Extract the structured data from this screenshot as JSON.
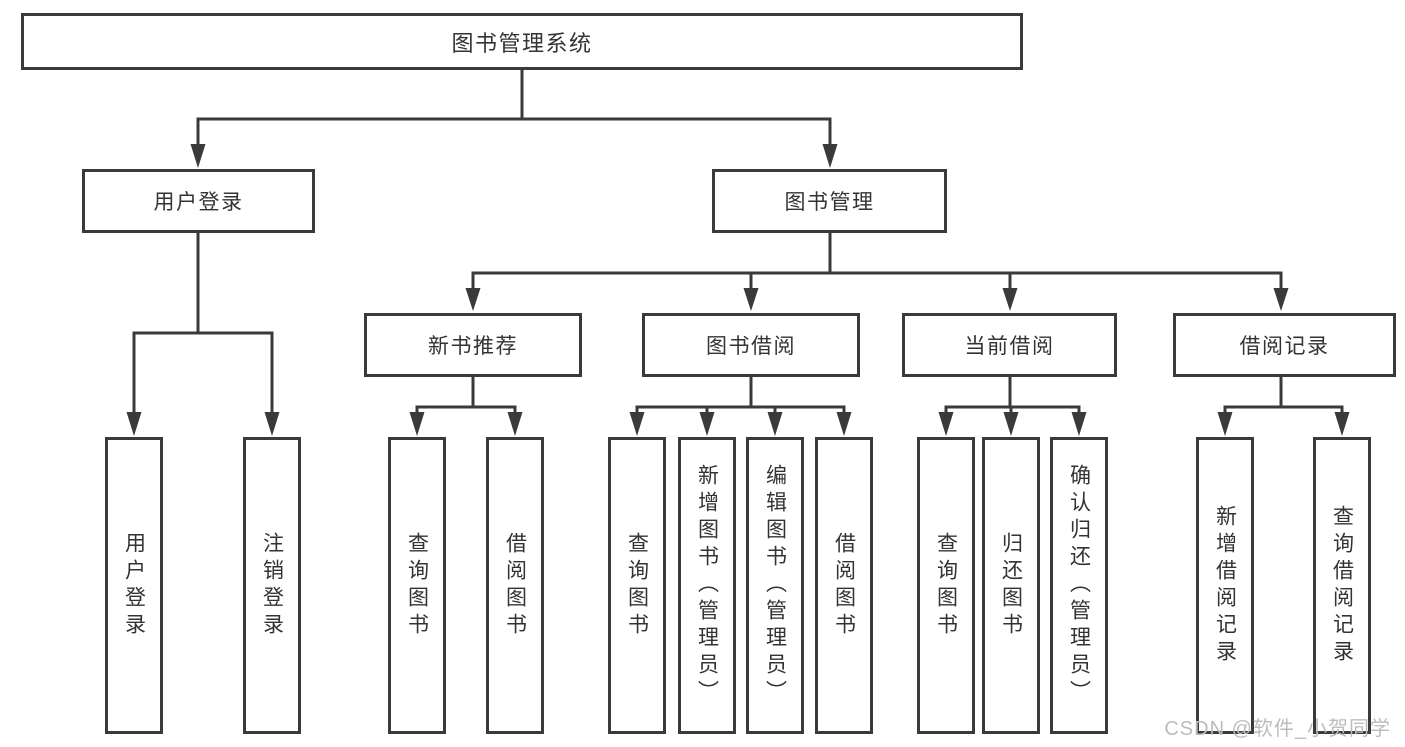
{
  "diagram": {
    "title": "图书管理系统",
    "root": {
      "label": "图书管理系统"
    },
    "level2": [
      {
        "label": "用户登录"
      },
      {
        "label": "图书管理"
      }
    ],
    "level3": [
      {
        "label": "新书推荐"
      },
      {
        "label": "图书借阅"
      },
      {
        "label": "当前借阅"
      },
      {
        "label": "借阅记录"
      }
    ],
    "leaves": [
      {
        "label": "用户登录",
        "parent": "用户登录"
      },
      {
        "label": "注销登录",
        "parent": "用户登录"
      },
      {
        "label": "查询图书",
        "parent": "新书推荐"
      },
      {
        "label": "借阅图书",
        "parent": "新书推荐"
      },
      {
        "label": "查询图书",
        "parent": "图书借阅"
      },
      {
        "label": "新增图书（管理员）",
        "parent": "图书借阅"
      },
      {
        "label": "编辑图书（管理员）",
        "parent": "图书借阅"
      },
      {
        "label": "借阅图书",
        "parent": "图书借阅"
      },
      {
        "label": "查询图书",
        "parent": "当前借阅"
      },
      {
        "label": "归还图书",
        "parent": "当前借阅"
      },
      {
        "label": "确认归还（管理员）",
        "parent": "当前借阅"
      },
      {
        "label": "新增借阅记录",
        "parent": "借阅记录"
      },
      {
        "label": "查询借阅记录",
        "parent": "借阅记录"
      }
    ]
  },
  "watermark": "CSDN @软件_小贺同学",
  "colors": {
    "line": "#3a3a3a",
    "box_border": "#3a3a3a",
    "text": "#333333",
    "watermark": "#bcbcbc",
    "background": "#ffffff"
  }
}
